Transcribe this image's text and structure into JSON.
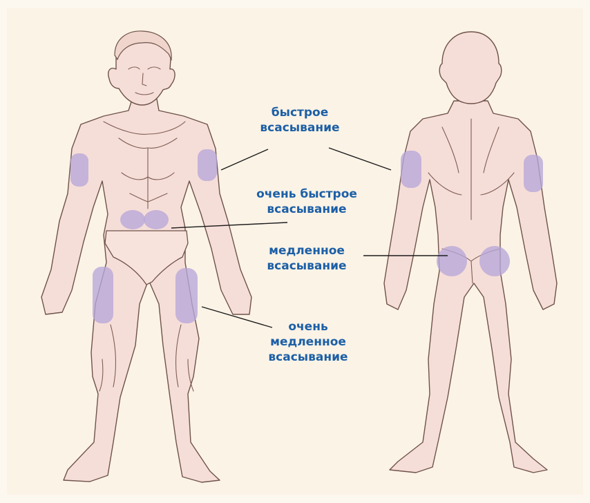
{
  "labels": {
    "fast": {
      "line1": "быстрое",
      "line2": "всасывание"
    },
    "very_fast": {
      "line1": "очень быстрое",
      "line2": "всасывание"
    },
    "slow": {
      "line1": "медленное",
      "line2": "всасывание"
    },
    "very_slow": {
      "line1": "очень",
      "line2": "медленное",
      "line3": "всасывание"
    }
  },
  "colors": {
    "label_text": "#1c5fa6",
    "skin": "#f6ded8",
    "injection_zone": "#b7a6d8",
    "background": "#fdf8ef"
  }
}
